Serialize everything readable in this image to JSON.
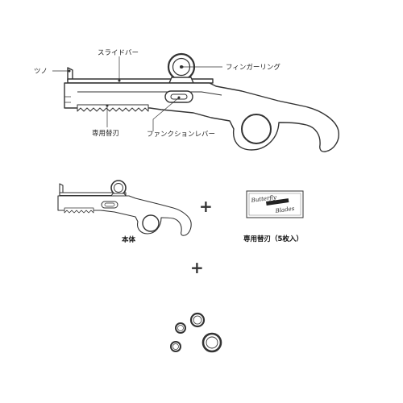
{
  "labels": {
    "tsuno": "ツノ",
    "slide_bar": "スライドバー",
    "finger_ring": "フィンガーリング",
    "blade": "専用替刃",
    "function_lever": "ファンクションレバー"
  },
  "parts": {
    "body_caption": "本体",
    "blades_caption": "専用替刃（5枚入）",
    "plus_symbol": "+"
  },
  "blade_pack": {
    "brand_line1": "Butterfly",
    "brand_line2": "Blades"
  },
  "colors": {
    "line": "#333333",
    "fill": "#ffffff",
    "accent": "#222222"
  }
}
